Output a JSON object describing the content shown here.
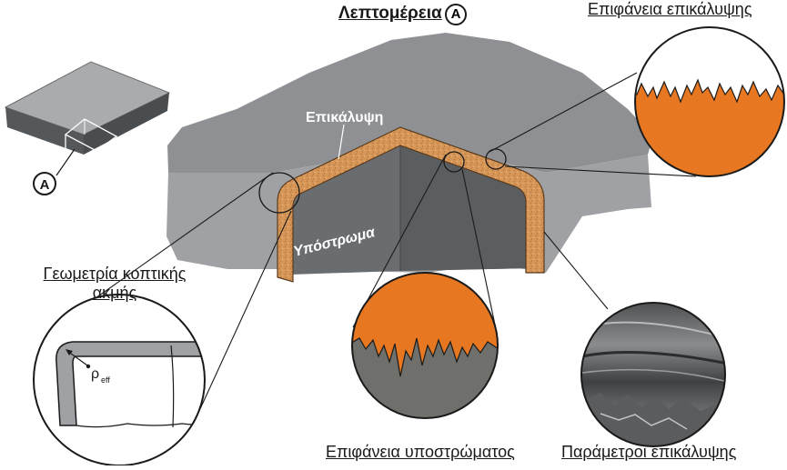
{
  "title": {
    "text": "Λεπτομέρεια",
    "badge": "A"
  },
  "labels": {
    "coating": "Επικάλυψη",
    "substrate": "Υπόστρωμα",
    "coating_surface": "Επιφάνεια επικάλυψης",
    "edge_geometry": "Γεωμετρία κοπτικής ακμής",
    "substrate_surface": "Επιφάνεια υποστρώματος",
    "coating_parameters": "Παράμετροι επικάλυψης"
  },
  "insert_badge": "A",
  "radius_symbol": "ρ",
  "radius_subscript": "eff",
  "colors": {
    "coating_orange": "#e87722",
    "coating_texture": "#d99a5a",
    "substrate_gray": "#7e8184",
    "substrate_top": "#8f9194",
    "substrate_front": "#9b9da0",
    "substrate_inner": "#5f6265",
    "rough_substrate": "#6f706b"
  }
}
